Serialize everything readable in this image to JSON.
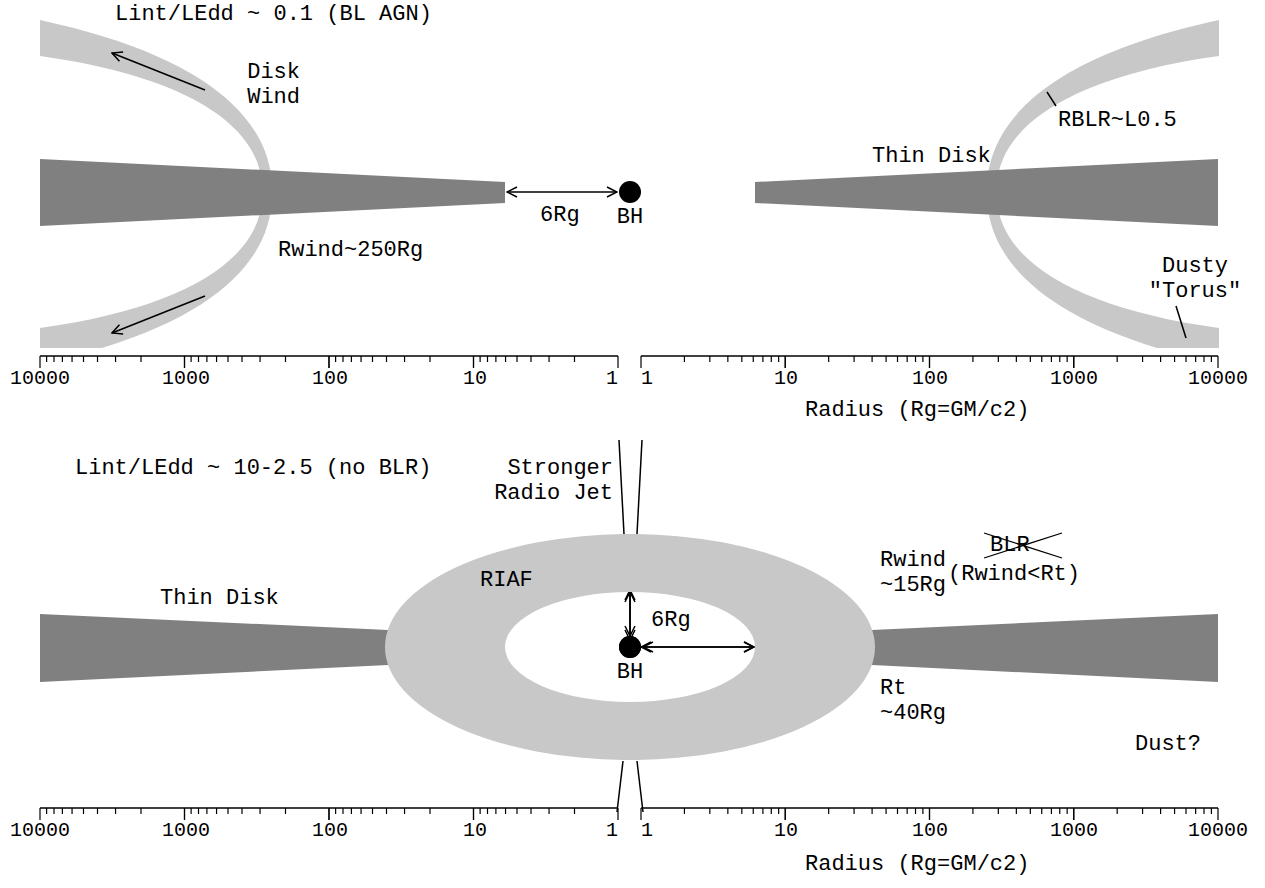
{
  "diagram": {
    "nodes": [
      {
        "text": [
          "BH"
        ]
      },
      {
        "text": [
          "RIAF"
        ]
      },
      {
        "text": [
          "BH"
        ]
      }
    ],
    "labels": [
      "Lint/LEdd ~ 0.1 (BL AGN)",
      "Disk Wind",
      "RBLR~L0.5",
      "Thin Disk",
      "6Rg",
      "Rwind~250Rg",
      "Dusty \"Torus\"",
      "10000",
      "1000",
      "100",
      "10",
      "1",
      "1",
      "10",
      "100",
      "1000",
      "10000",
      "Radius (Rg=GM/c2)",
      "Lint/LEdd ~ 10-2.5 (no BLR)",
      "Stronger Radio Jet",
      "Thin Disk",
      "6Rg",
      "Rwind ~15Rg",
      "BLR",
      "(Rwind<Rt)",
      "Rt ~40Rg",
      "Dust?",
      "10000",
      "1000",
      "100",
      "10",
      "1",
      "1",
      "10",
      "100",
      "1000",
      "10000",
      "Radius (Rg=GM/c2)"
    ]
  }
}
